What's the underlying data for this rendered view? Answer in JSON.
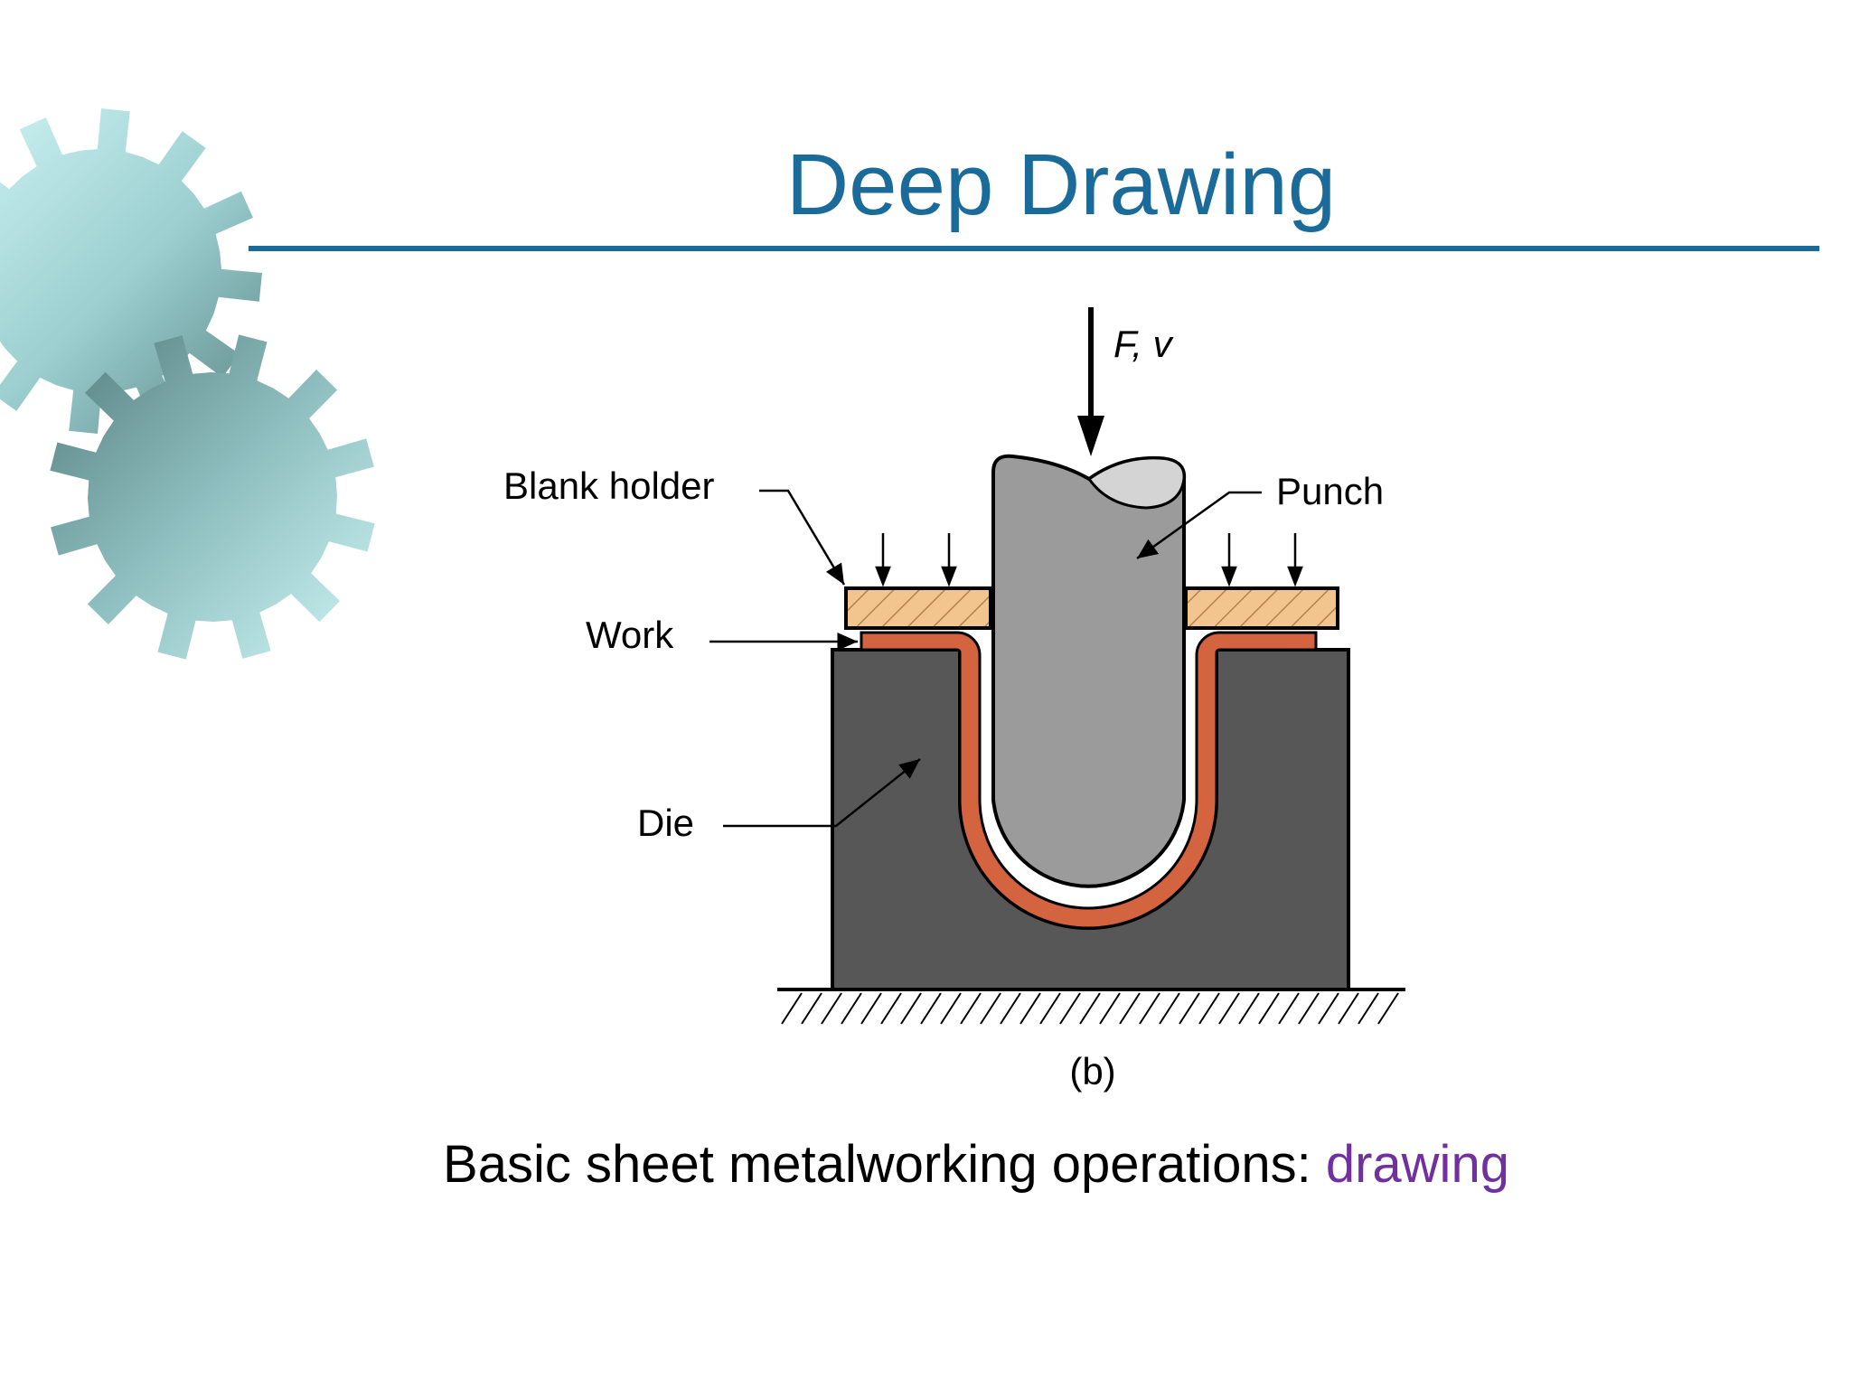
{
  "slide": {
    "title": "Deep Drawing",
    "caption_prefix": "Basic sheet metalworking operations: ",
    "caption_highlight": "drawing"
  },
  "diagram": {
    "force_label": "F, v",
    "labels": {
      "blank_holder": "Blank holder",
      "punch": "Punch",
      "work": "Work",
      "die": "Die",
      "subfigure": "(b)"
    }
  },
  "colors": {
    "title": "#1a6a9a",
    "highlight": "#7030a0",
    "die": "#575757",
    "punch": "#9b9b9b",
    "punch_top": "#d4d4d4",
    "work": "#d4633f",
    "blank_holder": "#f2c58e",
    "gear_light": "#c8f0f0",
    "gear_dark": "#5f8a8c"
  },
  "icons": [
    "gear-icon"
  ]
}
